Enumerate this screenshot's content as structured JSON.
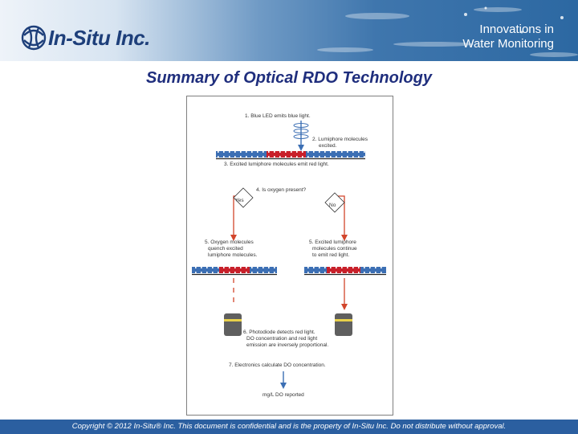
{
  "header": {
    "logo_text": "In-Situ Inc.",
    "tagline": [
      "Innovations in",
      "Water Monitoring"
    ]
  },
  "title": "Summary of Optical RDO Technology",
  "diagram": {
    "step1": "1. Blue LED emits blue light.",
    "step2": [
      "2. Lumiphore molecules",
      "excited."
    ],
    "step3": "3. Excited lumiphore molecules emit red light.",
    "step4": "4. Is oxygen present?",
    "yes": "Yes",
    "no": "No",
    "step5a": [
      "5. Oxygen molecules",
      "quench excited",
      "lumiphore molecules."
    ],
    "step5b": [
      "5. Excited lumiphore",
      "molecules continue",
      "to emit red light."
    ],
    "step6": [
      "6. Photodiode detects red light.",
      "DO concentration and red light",
      "emission are inversely proportional."
    ],
    "step7": "7. Electronics calculate DO concentration.",
    "result": "mg/L DO reported"
  },
  "footer": {
    "copyright": "Copyright © 2012 In-Situ® Inc. This document is confidential and is the property of In-Situ Inc. Do not distribute without approval."
  },
  "colors": {
    "brand_navy": "#1f2e7d",
    "arrow_red": "#d2452b",
    "strip_blue": "#3c6fb4",
    "molecule_red": "#c8202a",
    "footer_blue": "#2b5fa0"
  }
}
